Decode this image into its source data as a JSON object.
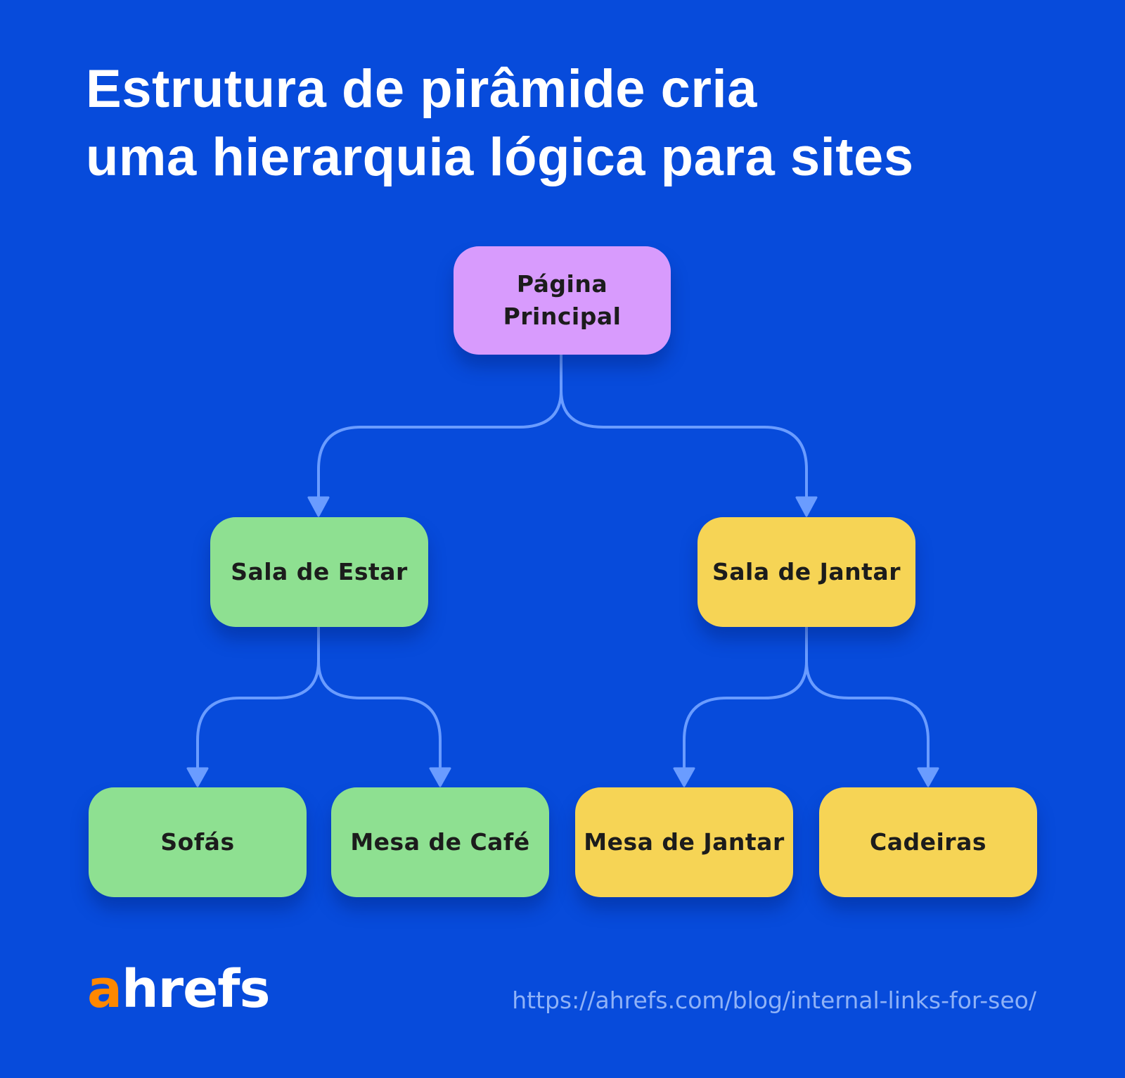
{
  "title": {
    "line1": "Estrutura de pirâmide cria",
    "line2": "uma hierarquia lógica para sites"
  },
  "colors": {
    "background": "#074bdb",
    "connector": "#6a9cff",
    "root_node": "#d89bfd",
    "living_room_nodes": "#8ee091",
    "dining_room_nodes": "#f6d455",
    "logo_accent": "#ff8800",
    "url_text": "#8fb2f7"
  },
  "diagram": {
    "root": {
      "label": "Página\nPrincipal"
    },
    "branches": [
      {
        "label": "Sala de Estar",
        "children": [
          {
            "label": "Sofás"
          },
          {
            "label": "Mesa de Café"
          }
        ]
      },
      {
        "label": "Sala de Jantar",
        "children": [
          {
            "label": "Mesa de Jantar"
          },
          {
            "label": "Cadeiras"
          }
        ]
      }
    ]
  },
  "footer": {
    "logo_accent": "a",
    "logo_rest": "hrefs",
    "url": "https://ahrefs.com/blog/internal-links-for-seo/"
  }
}
